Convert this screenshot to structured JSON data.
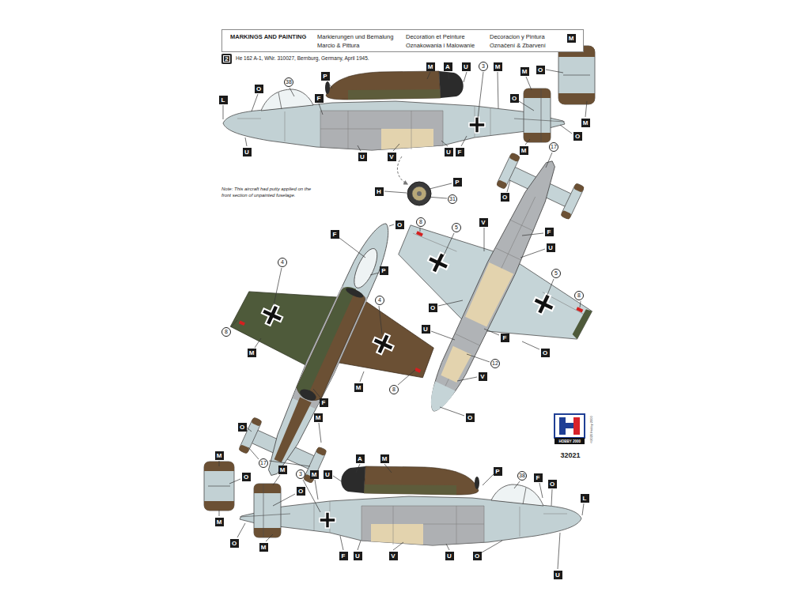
{
  "diagram": {
    "title": "He 162 A-1, WNr. 310027, Bernburg, Germany, April 1945.",
    "nodes": [
      {
        "text": [
          "MARKINGS AND PAINTING",
          "Markierungen und Bemalung",
          "Decoration et Peinture",
          "Decoracion y Pintura",
          "Marcio & Pittura",
          "Oznakowania i Malowanie",
          "Označení & Zbarvení"
        ]
      }
    ],
    "labels": [
      "2",
      "Note: This aircraft had putty applied on the front section of unpainted fuselage.",
      "M",
      "M",
      "A",
      "U",
      "3",
      "M",
      "M",
      "O",
      "P",
      "38",
      "O",
      "L",
      "F",
      "O",
      "M",
      "O",
      "M",
      "U",
      "U",
      "F",
      "U",
      "V",
      "17",
      "P",
      "H",
      "31",
      "O",
      "O",
      "V",
      "8",
      "5",
      "F",
      "F",
      "U",
      "4",
      "P",
      "5",
      "8",
      "4",
      "O",
      "8",
      "U",
      "F",
      "M",
      "O",
      "12",
      "V",
      "M",
      "8",
      "F",
      "M",
      "O",
      "O",
      "HOBBY 2000",
      "©2020 Hobby 2000",
      "32021",
      "17",
      "M",
      "A",
      "M",
      "M",
      "P",
      "3",
      "M",
      "U",
      "O",
      "38",
      "F",
      "O",
      "O",
      "L",
      "M",
      "O",
      "M",
      "F",
      "U",
      "V",
      "U",
      "O",
      "U"
    ]
  }
}
